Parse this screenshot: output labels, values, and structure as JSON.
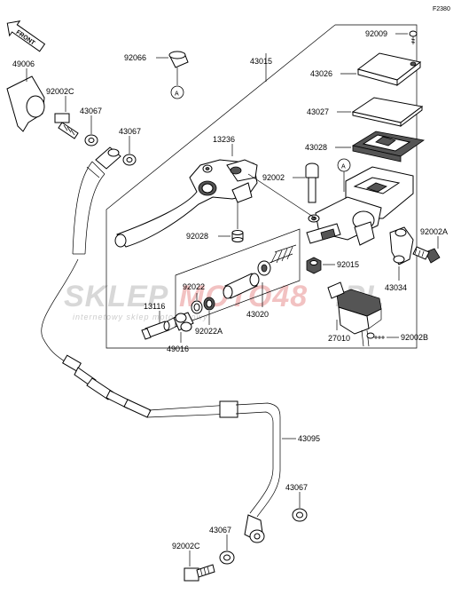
{
  "figure_code": "F2380",
  "front_label": "FRONT",
  "watermark": {
    "brand_a": "SKLEP",
    "brand_b": "MOTO48",
    "brand_c": ".PL",
    "tagline": "internetowy sklep motocyklowy"
  },
  "callout_marker": "A",
  "part_labels": {
    "p49006": "49006",
    "p92002c_top": "92002C",
    "p43067_a": "43067",
    "p43067_b": "43067",
    "p92066": "92066",
    "p43015": "43015",
    "p92009": "92009",
    "p43026": "43026",
    "p43027": "43027",
    "p43028": "43028",
    "p13236": "13236",
    "p92002": "92002",
    "p92002a": "92002A",
    "p92028": "92028",
    "p92015": "92015",
    "p43034": "43034",
    "p92022": "92022",
    "p13116": "13116",
    "p43020": "43020",
    "p92022a": "92022A",
    "p49016": "49016",
    "p27010": "27010",
    "p92002b": "92002B",
    "p43095": "43095",
    "p43067_c": "43067",
    "p43067_d": "43067",
    "p92002c_bottom": "92002C"
  }
}
